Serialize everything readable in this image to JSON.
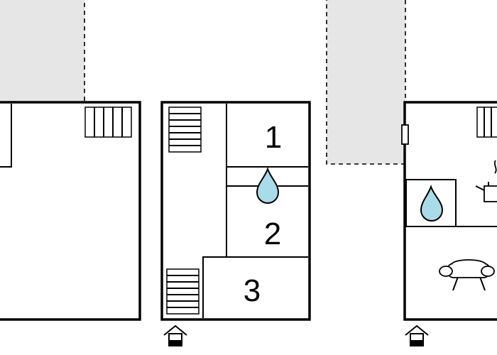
{
  "plan": {
    "rooms": [
      {
        "id": "bedroom-1",
        "label": "1"
      },
      {
        "id": "bedroom-2",
        "label": "2"
      },
      {
        "id": "bedroom-3",
        "label": "3"
      }
    ],
    "icons": {
      "bathroom": "water-drop-icon",
      "kitchen": "kettle-icon",
      "living_room": "sofa-icon",
      "entrance": "house-entrance-icon",
      "stairs": "staircase-icon"
    },
    "colors": {
      "walls": "#000000",
      "terrace": "#e6e6e6",
      "water": "#a9dbe9",
      "background": "#ffffff"
    }
  }
}
